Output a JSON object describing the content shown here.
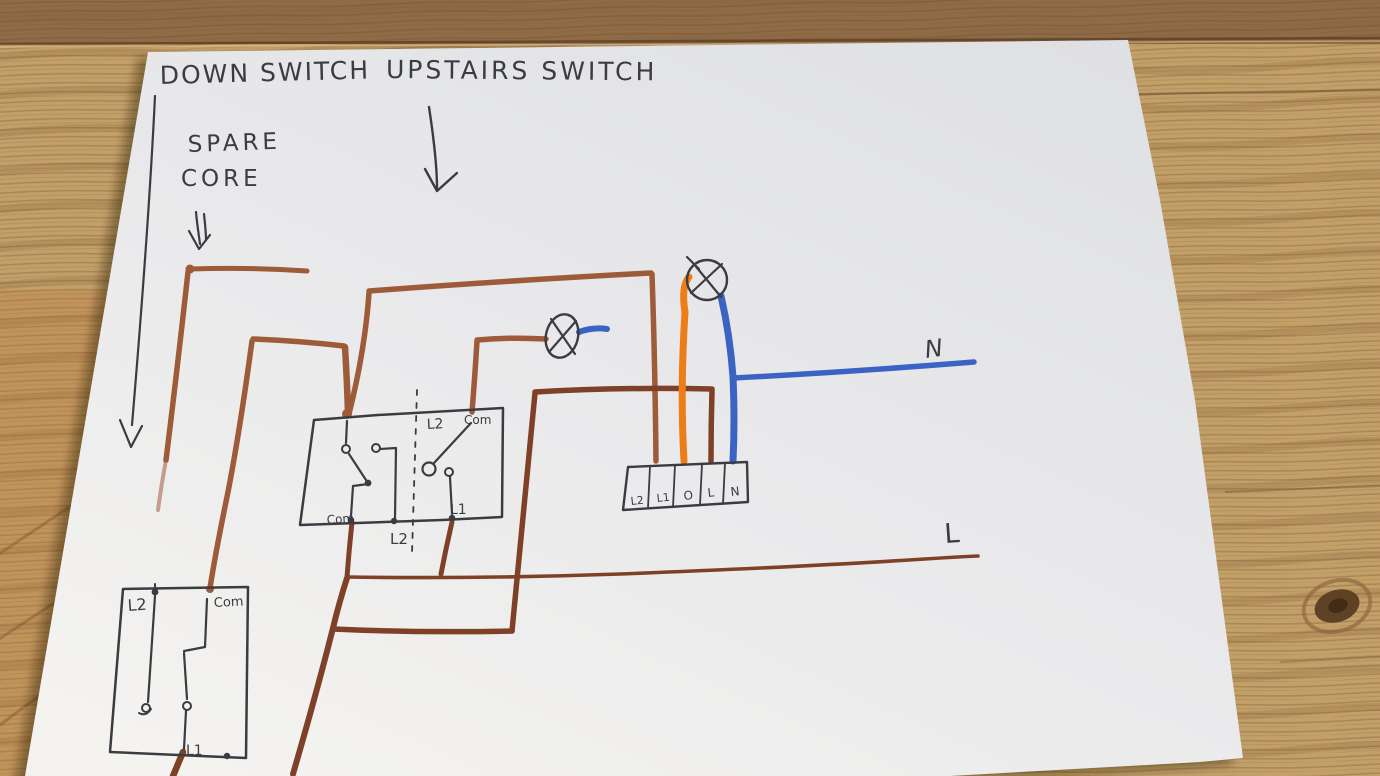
{
  "scene": {
    "description": "Hand-drawn two-way lighting circuit wiring sketch on a white sheet of paper photographed on a pine wood table"
  },
  "annotations": {
    "down_switch": "DOWN SWITCH",
    "upstairs_switch": "UPSTAIRS SWITCH",
    "spare_core_line1": "SPARE",
    "spare_core_line2": "CORE",
    "neutral_label": "N",
    "live_label": "L"
  },
  "upstairs_switch_box": {
    "top_left_label": "L2",
    "top_right_label": "Com",
    "bottom_left_label": "Com",
    "bottom_center_label": "L2",
    "bottom_right_label": "L1"
  },
  "downstairs_switch_box": {
    "top_left_label": "L2",
    "top_right_label": "Com",
    "bottom_label": "L1"
  },
  "terminal_block": {
    "cells": [
      "L2",
      "L1",
      "O",
      "L",
      "N"
    ]
  },
  "colors": {
    "ink": "#3b3b42",
    "marker": "#9e5b39",
    "marker_dark": "#7e4128",
    "orange": "#ee7c17",
    "blue": "#3b63c4",
    "wood_base": "#c2a068",
    "wood_top": "#8a6543",
    "paper_light": "#f4f3f0",
    "paper_dark": "#dfe0e3"
  }
}
